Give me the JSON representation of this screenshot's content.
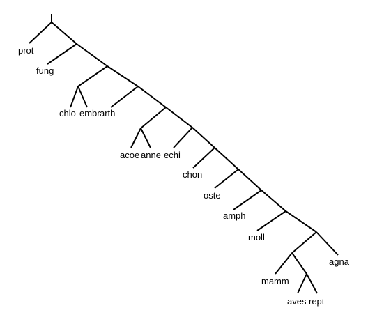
{
  "tree": {
    "line_color": "#000000",
    "background": "#ffffff",
    "leaves": {
      "prot": "prot",
      "fung": "fung",
      "chlo": "chlo",
      "embr": "embr",
      "arth": "arth",
      "acoe": "acoe",
      "anne": "anne",
      "echi": "echi",
      "chon": "chon",
      "oste": "oste",
      "amph": "amph",
      "moll": "moll",
      "agna": "agna",
      "mamm": "mamm",
      "aves": "aves",
      "rept": "rept"
    }
  }
}
